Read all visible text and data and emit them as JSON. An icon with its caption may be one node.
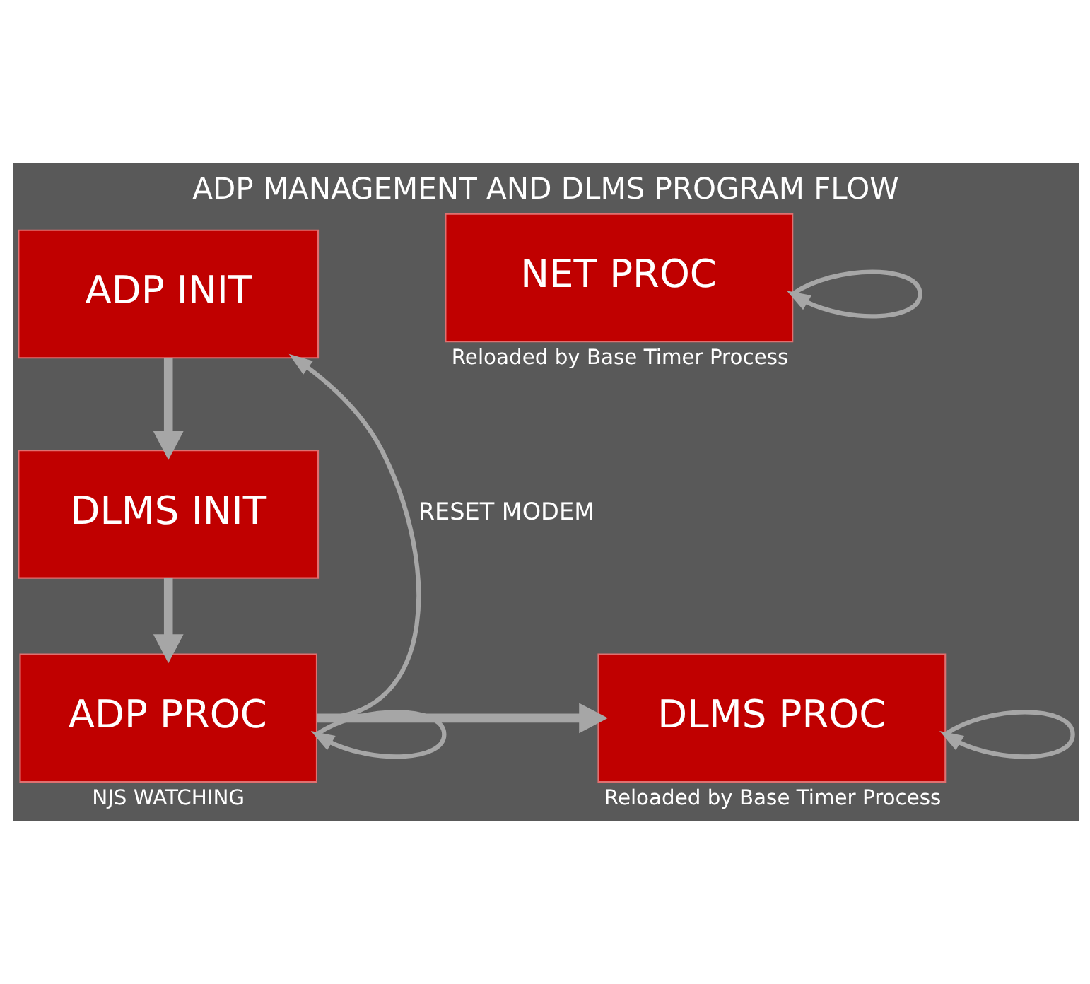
{
  "diagram": {
    "title": "ADP MANAGEMENT AND DLMS PROGRAM FLOW",
    "nodes": [
      {
        "text": [
          "ADP INIT"
        ]
      },
      {
        "text": [
          "NET PROC"
        ],
        "beside": [
          "Reloaded by Base Timer Process"
        ]
      },
      {
        "text": [
          "DLMS INIT"
        ]
      },
      {
        "text": [
          "ADP PROC"
        ],
        "beside": [
          "NJS WATCHING"
        ]
      },
      {
        "text": [
          "DLMS PROC"
        ],
        "beside": [
          "Reloaded by Base Timer Process"
        ]
      }
    ],
    "edges": [
      {
        "from": 0,
        "to": 2,
        "arrow": "to",
        "style": "thick"
      },
      {
        "from": 2,
        "to": 3,
        "arrow": "to",
        "style": "thick"
      },
      {
        "from": 3,
        "to": 4,
        "arrow": "to",
        "style": "thick"
      },
      {
        "from": 3,
        "to": 0,
        "arrow": "to",
        "label": "RESET MODEM"
      },
      {
        "from": 1,
        "to": 1,
        "arrow": "to"
      },
      {
        "from": 3,
        "to": 3,
        "arrow": "to"
      },
      {
        "from": 4,
        "to": 4,
        "arrow": "to"
      }
    ]
  }
}
